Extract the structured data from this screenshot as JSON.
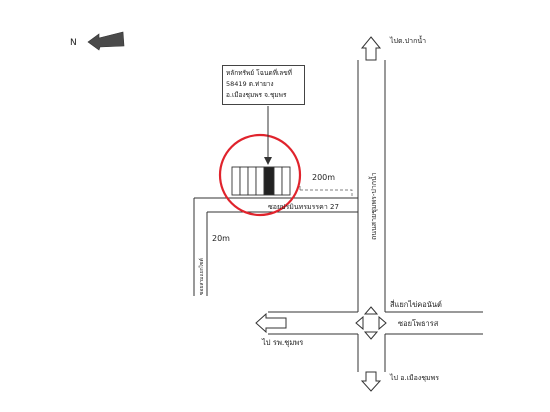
{
  "compass": {
    "label": "N",
    "icon": "north-arrow-icon"
  },
  "info": {
    "line1": "หลักทรัพย์ โฉนดที่เลขที่",
    "line2": "58419 ต.ท่ายาง",
    "line3": "อ.เมืองชุมพร จ.ชุมพร"
  },
  "labels": {
    "to_paknam_top": "ไปต.ปากน้ำ",
    "main_road": "ถนนสายชุมพร-ปากน้ำ",
    "soi_main": "ซอยปรมินทรมรรคา 27",
    "dist_200m": "200m",
    "dist_20m": "20m",
    "side_soi": "ซอยสามแยกไซต์",
    "intersection": "สี่แยกไข่คอนันต์",
    "soi_phothras": "ซอยโพธารส",
    "to_hospital": "ไป รพ.ชุมพร",
    "to_mueang": "ไป อ.เมืองชุมพร"
  },
  "colors": {
    "highlight": "#e0232c",
    "line": "#333333",
    "arrow_fill": "#4a4a4a"
  }
}
